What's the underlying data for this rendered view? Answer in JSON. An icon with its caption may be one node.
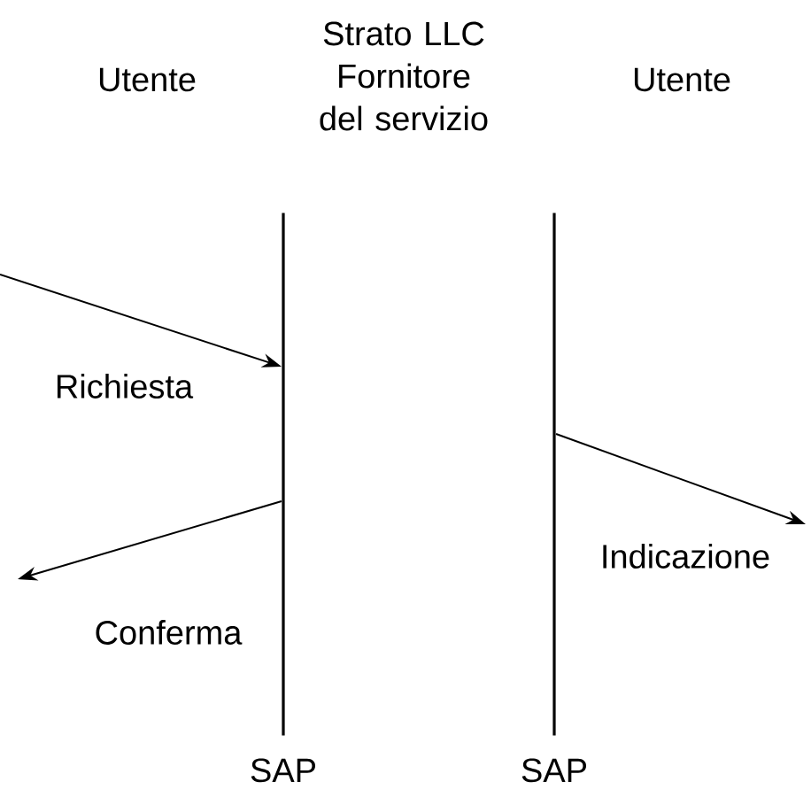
{
  "diagram": {
    "nodes": [
      {
        "text": [],
        "shape": "bar",
        "beside": [
          "SAP"
        ]
      },
      {
        "text": [],
        "shape": "bar",
        "beside": [
          "SAP"
        ]
      }
    ],
    "edges": [
      {
        "from": null,
        "to": 0,
        "arrow": "to",
        "label": "Richiesta"
      },
      {
        "from": 0,
        "to": null,
        "arrow": "to",
        "label": "Conferma"
      },
      {
        "from": 1,
        "to": null,
        "arrow": "to",
        "label": "Indicazione"
      }
    ],
    "labels": [
      "Utente",
      "Strato LLC Fornitore del servizio",
      "Utente"
    ]
  }
}
